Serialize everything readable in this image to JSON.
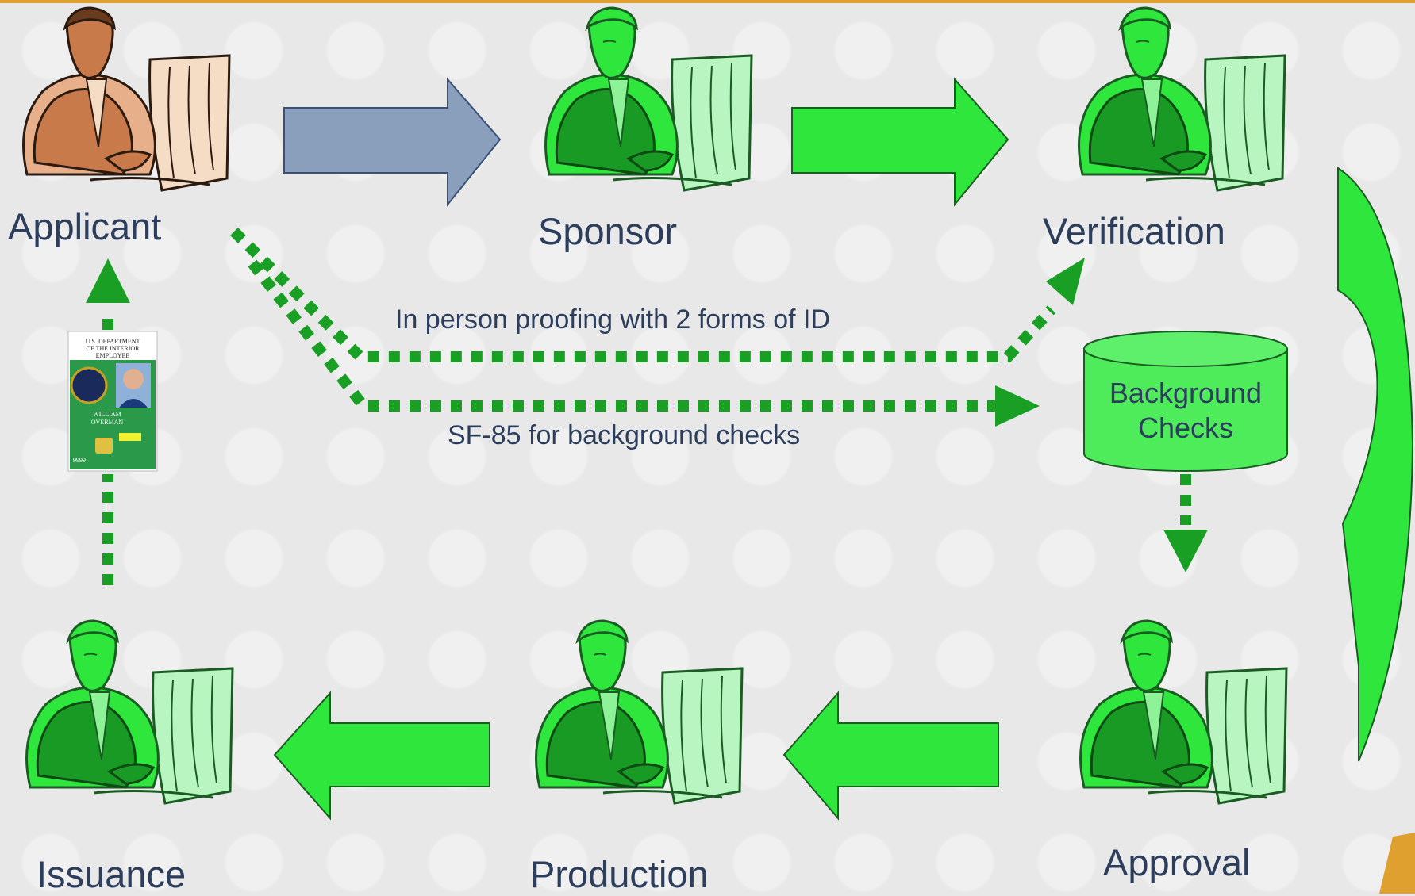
{
  "colors": {
    "accent_green": "#2ee63c",
    "dark_green": "#1f9a2a",
    "slate_arrow": "#8a9fbb",
    "text": "#2c3e5c",
    "top_bar": "#e0a030",
    "applicant_tone": "#c87a4a"
  },
  "roles": {
    "applicant": "Applicant",
    "sponsor": "Sponsor",
    "verification": "Verification",
    "approval": "Approval",
    "production": "Production",
    "issuance": "Issuance"
  },
  "flows": {
    "proofing": "In person proofing with 2 forms of ID",
    "sf85": "SF-85 for background checks"
  },
  "database": {
    "line1": "Background",
    "line2": "Checks"
  },
  "id_card": {
    "header_line1": "U.S. DEPARTMENT",
    "header_line2": "OF THE INTERIOR",
    "header_line3": "EMPLOYEE",
    "name_line1": "WILLIAM",
    "name_line2": "OVERMAN",
    "number": "9999"
  },
  "icons": [
    "person-at-computer-icon",
    "arrow-icon",
    "id-badge-icon",
    "database-icon"
  ]
}
